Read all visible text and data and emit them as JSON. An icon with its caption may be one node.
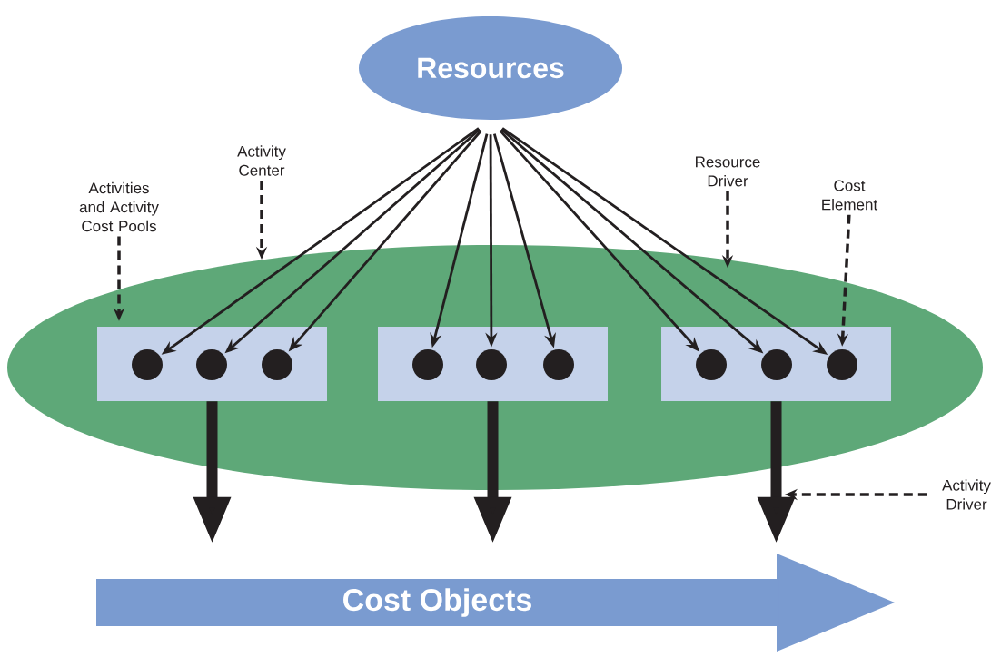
{
  "diagram": {
    "nodes": [
      {
        "text": [
          "Resources"
        ]
      },
      {
        "text": [],
        "shape": "ellipse"
      },
      {
        "text": [],
        "shape": "box",
        "in": 1
      },
      {
        "text": [],
        "shape": "box",
        "in": 1
      },
      {
        "text": [],
        "shape": "box",
        "in": 1
      },
      {
        "text": [],
        "shape": "circle",
        "in": 2
      },
      {
        "text": [],
        "shape": "circle",
        "in": 2
      },
      {
        "text": [],
        "shape": "circle",
        "in": 2
      },
      {
        "text": [],
        "shape": "circle",
        "in": 3
      },
      {
        "text": [],
        "shape": "circle",
        "in": 3
      },
      {
        "text": [],
        "shape": "circle",
        "in": 3
      },
      {
        "text": [],
        "shape": "circle",
        "in": 4
      },
      {
        "text": [],
        "shape": "circle",
        "in": 4
      },
      {
        "text": [],
        "shape": "circle",
        "in": 4
      },
      {
        "text": [
          "Cost Objects"
        ]
      },
      {
        "text": [
          "Activities and Activity Cost Pools"
        ]
      },
      {
        "text": [
          "Activity Center"
        ]
      },
      {
        "text": [
          "Resource Driver"
        ]
      },
      {
        "text": [
          "Cost Element"
        ]
      },
      {
        "text": [
          "Activity Driver"
        ]
      }
    ],
    "edges": [
      {
        "from": 0,
        "to": 5,
        "arrow": "to"
      },
      {
        "from": 0,
        "to": 6,
        "arrow": "to"
      },
      {
        "from": 0,
        "to": 7,
        "arrow": "to"
      },
      {
        "from": 0,
        "to": 8,
        "arrow": "to"
      },
      {
        "from": 0,
        "to": 9,
        "arrow": "to"
      },
      {
        "from": 0,
        "to": 10,
        "arrow": "to"
      },
      {
        "from": 0,
        "to": 11,
        "arrow": "to"
      },
      {
        "from": 0,
        "to": 12,
        "arrow": "to"
      },
      {
        "from": 0,
        "to": 13,
        "arrow": "to"
      },
      {
        "from": 2,
        "to": 14,
        "arrow": "to",
        "style": "thick"
      },
      {
        "from": 3,
        "to": 14,
        "arrow": "to",
        "style": "thick"
      },
      {
        "from": 4,
        "to": 14,
        "arrow": "to",
        "style": "thick"
      },
      {
        "from": 15,
        "to": 2,
        "arrow": "to",
        "style": "dashed"
      },
      {
        "from": 16,
        "to": 1,
        "arrow": "to",
        "style": "dashed"
      },
      {
        "from": 17,
        "to": 1,
        "arrow": "to",
        "style": "dashed"
      },
      {
        "from": 18,
        "to": 13,
        "arrow": "to",
        "style": "dashed"
      },
      {
        "from": 19,
        "to": null,
        "arrow": "to",
        "style": "dashed"
      }
    ]
  }
}
